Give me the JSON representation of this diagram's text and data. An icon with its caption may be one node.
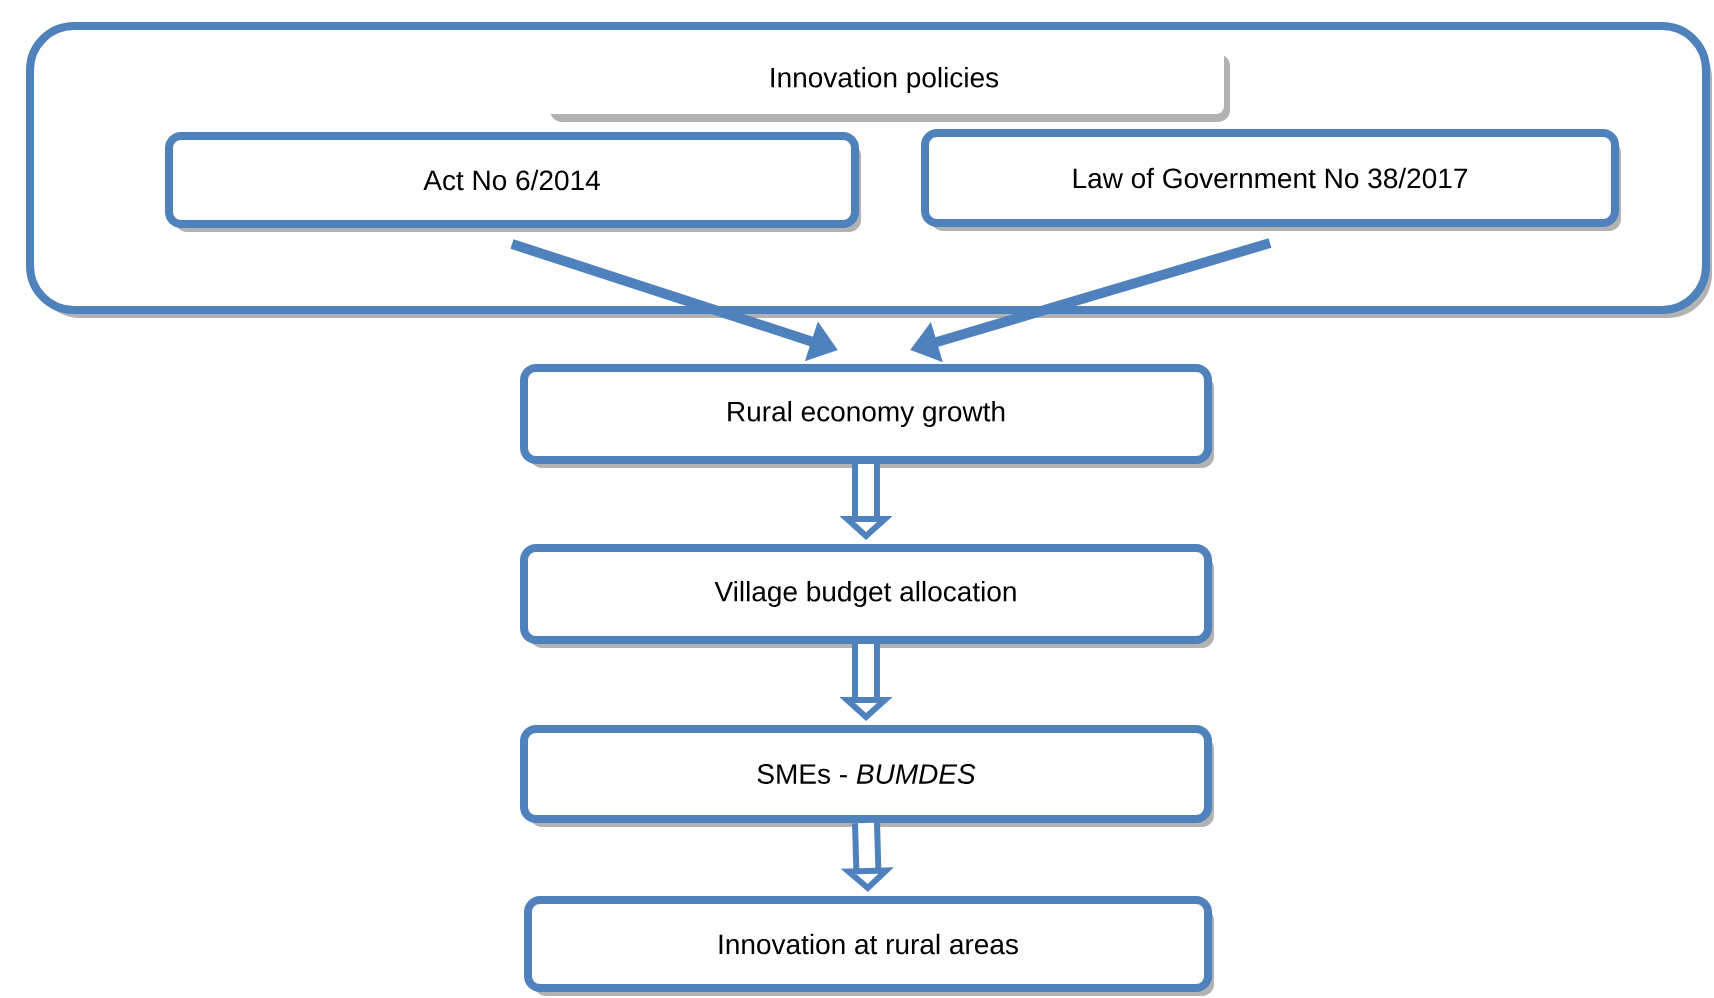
{
  "diagram": {
    "nodes": [
      {
        "text": [],
        "shape": "box"
      },
      {
        "text": [
          "Innovation policies"
        ],
        "in": 0
      },
      {
        "text": [
          "Act No 6/2014"
        ],
        "in": 0
      },
      {
        "text": [
          "Law of Government No 38/2017"
        ],
        "in": 0
      },
      {
        "text": [
          "Rural economy growth"
        ]
      },
      {
        "text": [
          "Village budget allocation"
        ]
      },
      {
        "text": [
          "SMEs - *BUMDES*"
        ]
      },
      {
        "text": [
          "Innovation at rural areas"
        ]
      }
    ],
    "edges": [
      {
        "from": 2,
        "to": 4,
        "arrow": "to"
      },
      {
        "from": 3,
        "to": 4,
        "arrow": "to"
      },
      {
        "from": 4,
        "to": 5,
        "arrow": "to"
      },
      {
        "from": 5,
        "to": 6,
        "arrow": "to"
      },
      {
        "from": 6,
        "to": 7,
        "arrow": "to"
      }
    ]
  }
}
